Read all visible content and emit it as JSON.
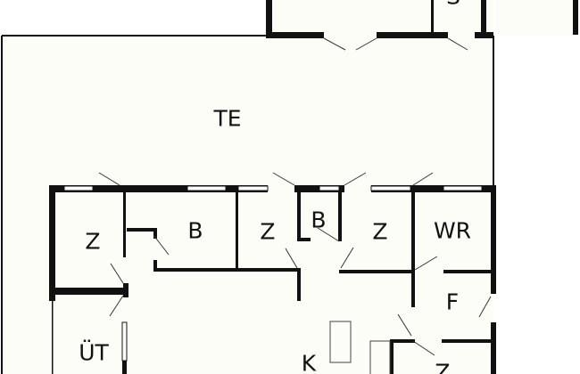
{
  "title": "Floor plan",
  "rooms": {
    "terrace": "TE",
    "storage_top": "S",
    "room_z1": "Z",
    "bath_1": "B",
    "room_z2": "Z",
    "bath_2": "B",
    "room_z3": "Z",
    "toilet": "WR",
    "hall": "F",
    "utility": "ÜT",
    "kitchen": "K",
    "room_z4": "Z"
  },
  "colors": {
    "floor": "#fdfdf8",
    "wall": "#111111",
    "background": "#ffffff"
  }
}
